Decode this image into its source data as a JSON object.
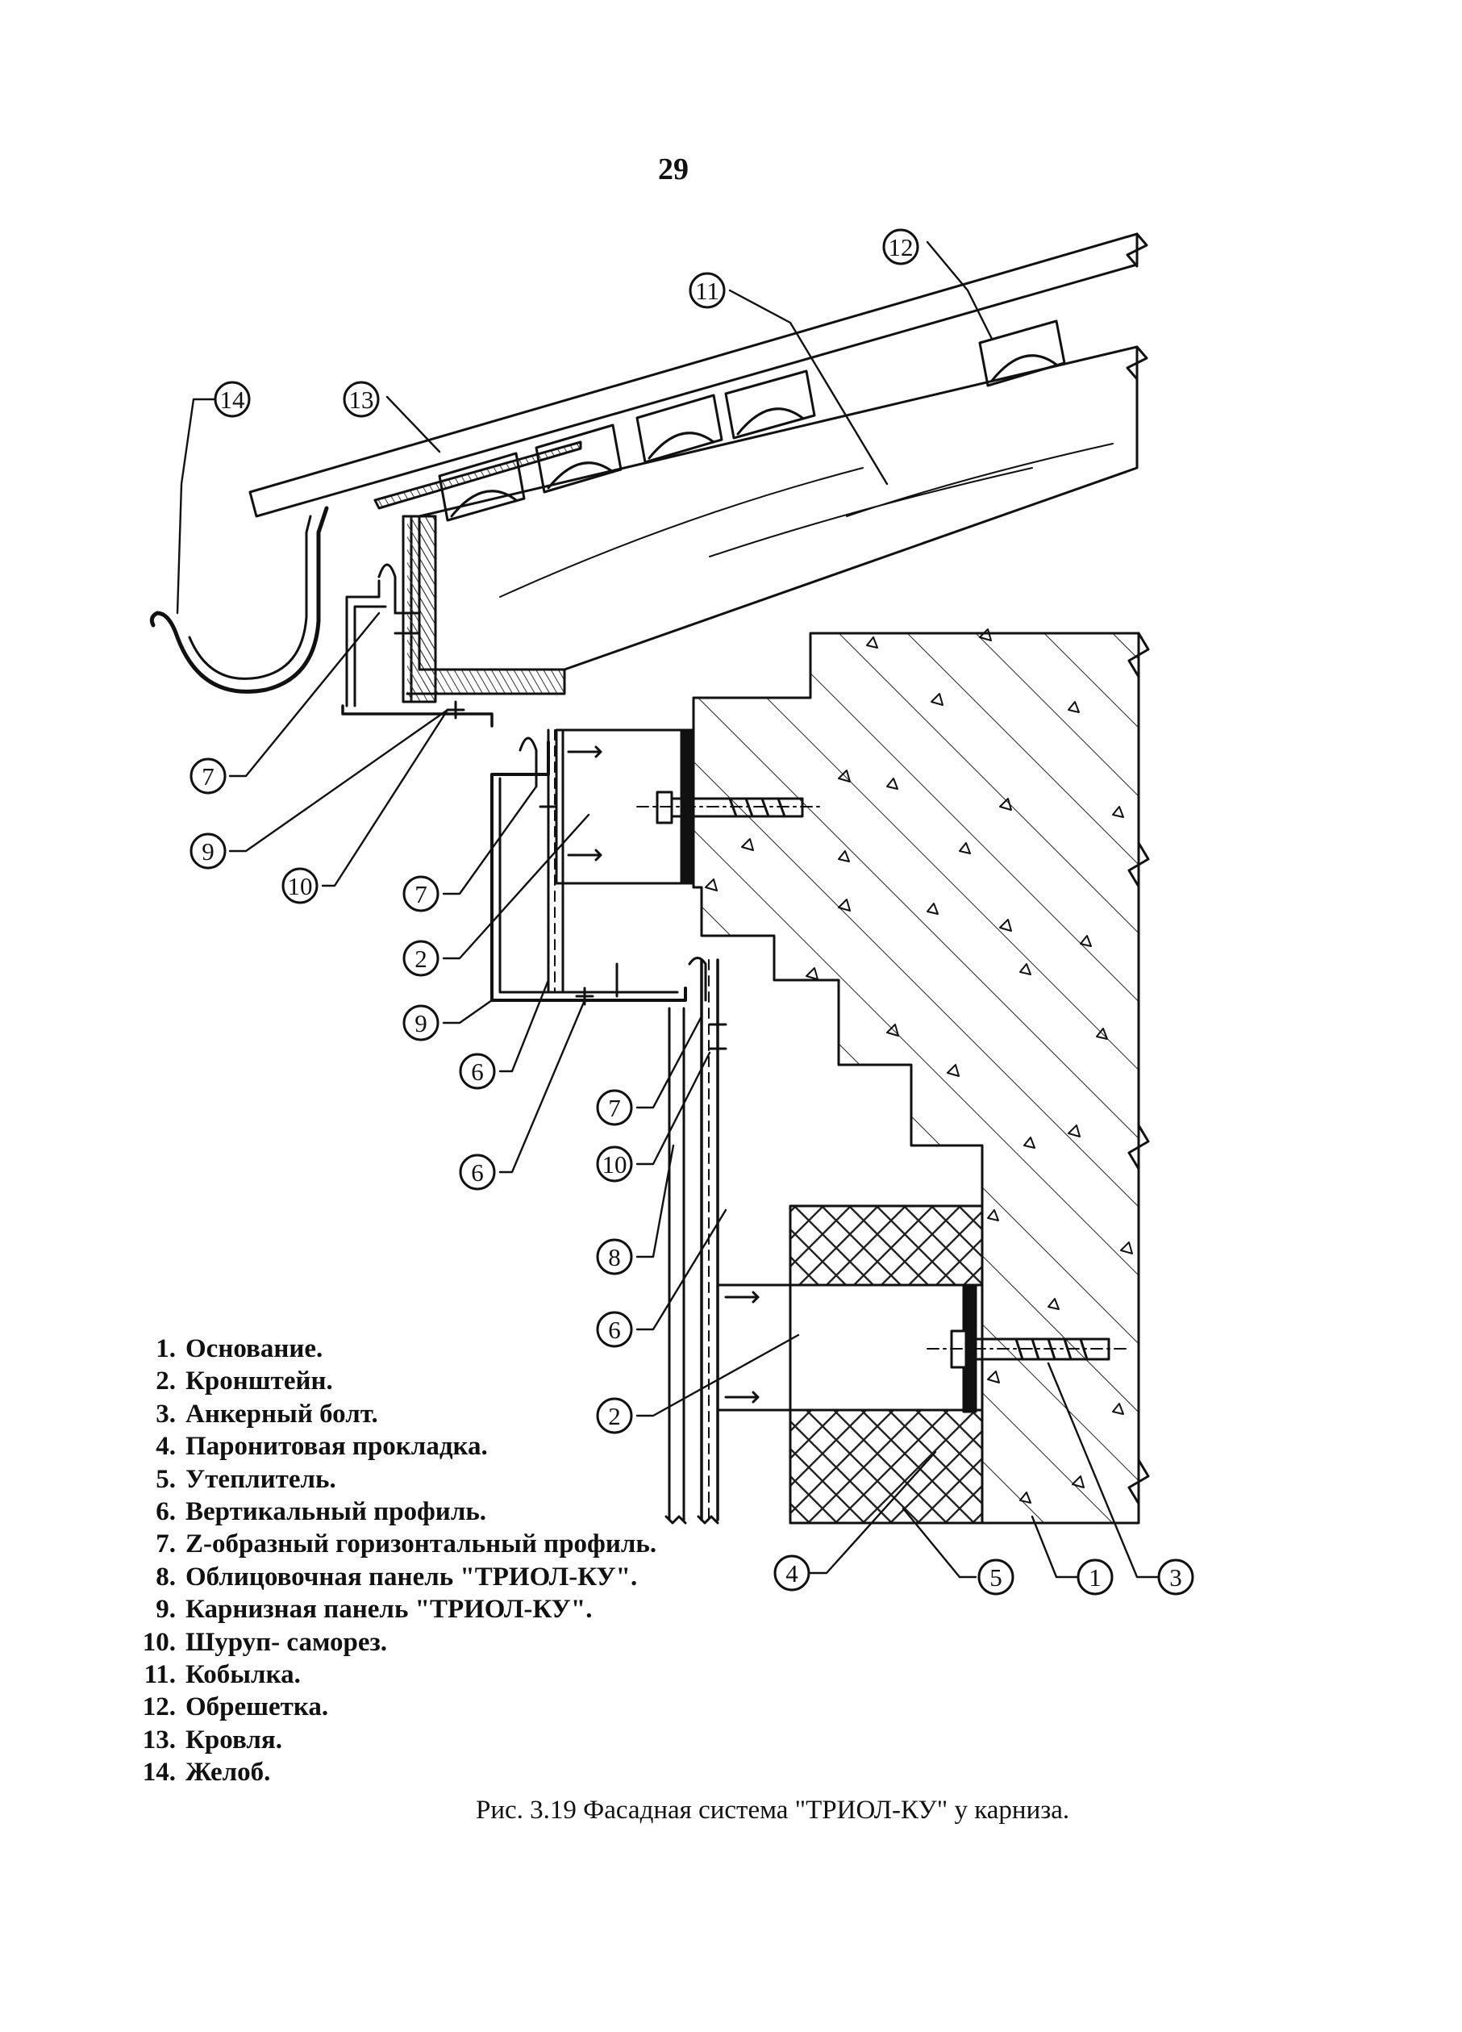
{
  "page_number": "29",
  "callouts": [
    {
      "id": "c14",
      "label": "14"
    },
    {
      "id": "c13",
      "label": "13"
    },
    {
      "id": "c11",
      "label": "11"
    },
    {
      "id": "c12",
      "label": "12"
    },
    {
      "id": "c7a",
      "label": "7"
    },
    {
      "id": "c9a",
      "label": "9"
    },
    {
      "id": "c10a",
      "label": "10"
    },
    {
      "id": "c7b",
      "label": "7"
    },
    {
      "id": "c2a",
      "label": "2"
    },
    {
      "id": "c9b",
      "label": "9"
    },
    {
      "id": "c6a",
      "label": "6"
    },
    {
      "id": "c6b",
      "label": "6"
    },
    {
      "id": "c7c",
      "label": "7"
    },
    {
      "id": "c10b",
      "label": "10"
    },
    {
      "id": "c8",
      "label": "8"
    },
    {
      "id": "c6c",
      "label": "6"
    },
    {
      "id": "c2b",
      "label": "2"
    },
    {
      "id": "c4",
      "label": "4"
    },
    {
      "id": "c5",
      "label": "5"
    },
    {
      "id": "c1",
      "label": "1"
    },
    {
      "id": "c3",
      "label": "3"
    }
  ],
  "legend": [
    {
      "num": "1.",
      "text": "Основание."
    },
    {
      "num": "2.",
      "text": "Кронштейн."
    },
    {
      "num": "3.",
      "text": "Анкерный болт."
    },
    {
      "num": "4.",
      "text": "Паронитовая прокладка."
    },
    {
      "num": "5.",
      "text": "Утеплитель."
    },
    {
      "num": "6.",
      "text": "Вертикальный профиль."
    },
    {
      "num": "7.",
      "text": "Z-образный горизонтальный профиль."
    },
    {
      "num": "8.",
      "text": "Облицовочная панель \"ТРИОЛ-КУ\"."
    },
    {
      "num": "9.",
      "text": "Карнизная панель \"ТРИОЛ-КУ\"."
    },
    {
      "num": "10.",
      "text": "Шуруп- саморез."
    },
    {
      "num": "11.",
      "text": "Кобылка."
    },
    {
      "num": "12.",
      "text": "Обрешетка."
    },
    {
      "num": "13.",
      "text": "Кровля."
    },
    {
      "num": "14.",
      "text": "Желоб."
    }
  ],
  "caption": "Рис. 3.19  Фасадная система \"ТРИОЛ-КУ\" у карниза."
}
